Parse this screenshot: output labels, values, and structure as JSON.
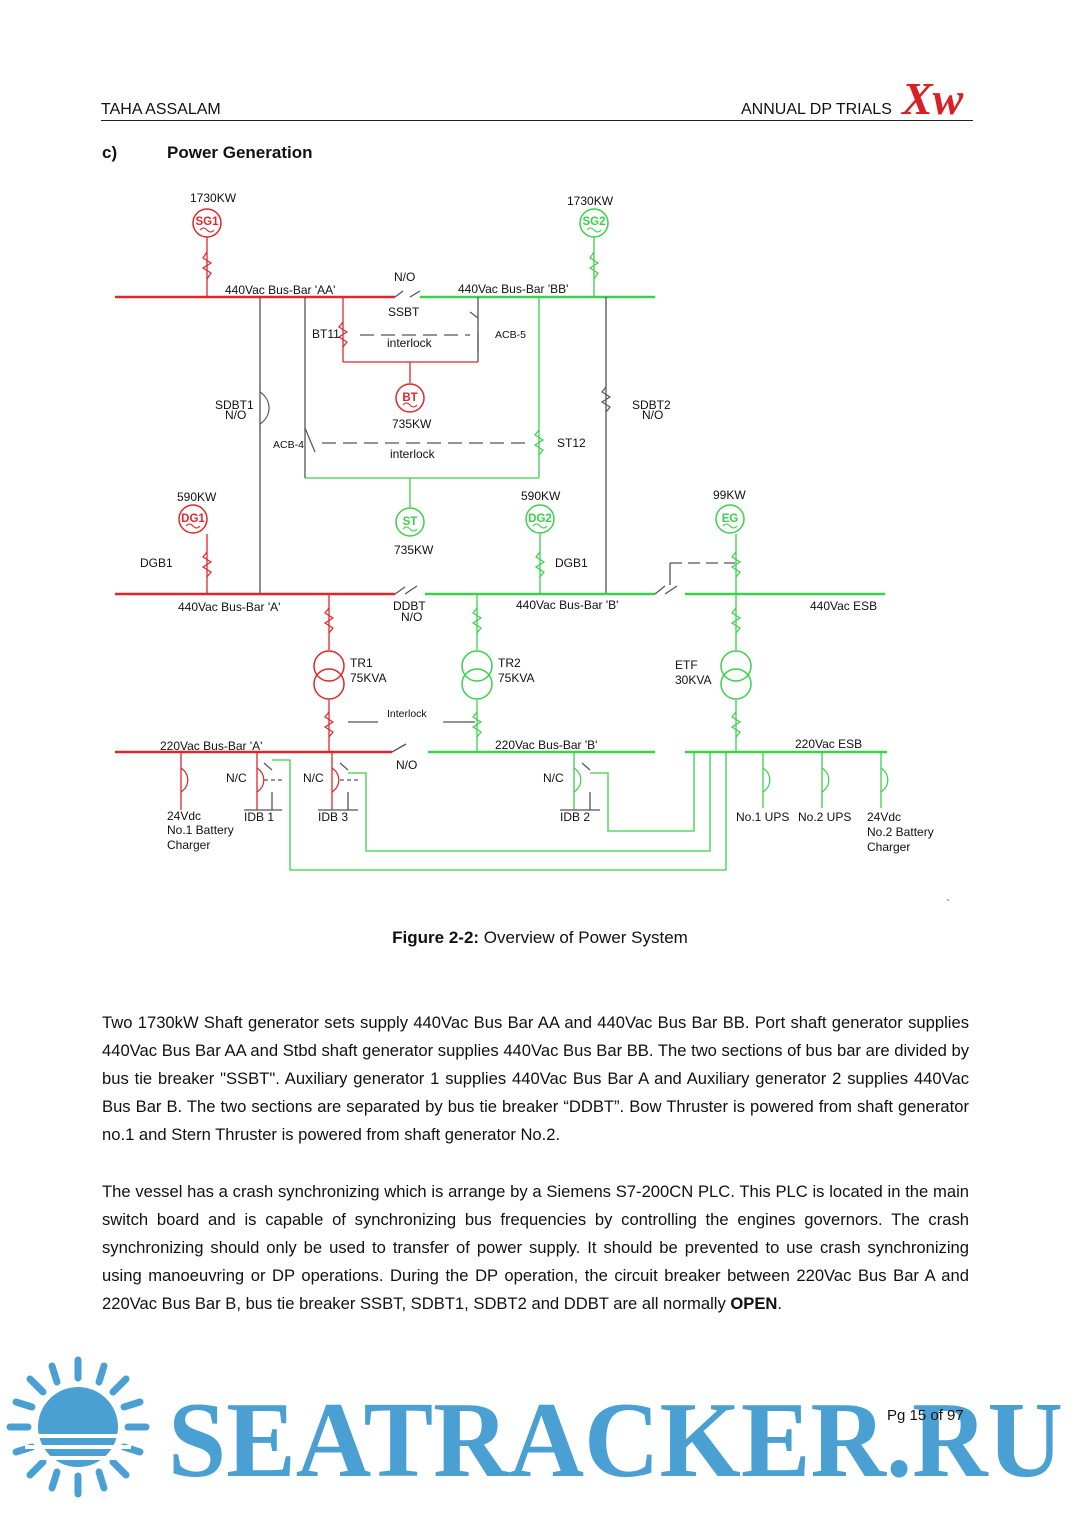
{
  "header": {
    "left": "TAHA ASSALAM",
    "right": "ANNUAL DP TRIALS",
    "logo_text": "Xw"
  },
  "section": {
    "number": "c)",
    "title": "Power Generation"
  },
  "diagram": {
    "sg1": "SG1",
    "sg1_kw": "1730KW",
    "sg2": "SG2",
    "sg2_kw": "1730KW",
    "bus_aa": "440Vac Bus-Bar 'AA'",
    "bus_bb": "440Vac Bus-Bar 'BB'",
    "ssbt_no": "N/O",
    "ssbt": "SSBT",
    "bt11": "BT11",
    "interlock1": "interlock",
    "acb5": "ACB-5",
    "bt": "BT",
    "bt_kw": "735KW",
    "sdbt1": "SDBT1",
    "sdbt1_no": "N/O",
    "sdbt2": "SDBT2",
    "sdbt2_no": "N/O",
    "acb4": "ACB-4",
    "interlock2": "interlock",
    "st12": "ST12",
    "st": "ST",
    "st_kw": "735KW",
    "dg1": "DG1",
    "dg1_kw": "590KW",
    "dgb1_left": "DGB1",
    "dg2": "DG2",
    "dg2_kw": "590KW",
    "dgb1_right": "DGB1",
    "eg": "EG",
    "eg_kw": "99KW",
    "bus_a": "440Vac Bus-Bar 'A'",
    "ddbt": "DDBT",
    "ddbt_no": "N/O",
    "bus_b": "440Vac Bus-Bar 'B'",
    "esb440": "440Vac ESB",
    "tr1": "TR1",
    "tr1_kva": "75KVA",
    "tr2": "TR2",
    "tr2_kva": "75KVA",
    "etf": "ETF",
    "etf_kva": "30KVA",
    "interlock3": "Interlock",
    "bus220a": "220Vac Bus-Bar 'A'",
    "bus220b": "220Vac Bus-Bar 'B'",
    "esb220": "220Vac ESB",
    "tie_no": "N/O",
    "nc1": "N/C",
    "nc2": "N/C",
    "nc3": "N/C",
    "chg1_a": "24Vdc",
    "chg1_b": "No.1 Battery",
    "chg1_c": "Charger",
    "idb1": "IDB 1",
    "idb3": "IDB 3",
    "idb2": "IDB 2",
    "ups1": "No.1 UPS",
    "ups2": "No.2 UPS",
    "chg2_a": "24Vdc",
    "chg2_b": "No.2 Battery",
    "chg2_c": "Charger"
  },
  "caption": {
    "label": "Figure 2-2:",
    "text": " Overview of Power System"
  },
  "paragraphs": [
    "Two 1730kW Shaft generator sets supply 440Vac Bus Bar AA and 440Vac Bus Bar BB. Port shaft generator supplies 440Vac Bus Bar AA and Stbd shaft generator supplies 440Vac Bus Bar BB. The two sections of bus bar are divided by bus tie breaker \"SSBT\". Auxiliary generator 1 supplies 440Vac Bus Bar A and Auxiliary generator 2 supplies 440Vac Bus Bar B. The two sections are separated by bus tie breaker “DDBT”. Bow Thruster is powered from shaft generator no.1 and Stern Thruster is powered from shaft generator No.2.",
    "The vessel has a crash synchronizing which is arrange by a Siemens S7-200CN PLC. This PLC is located in the main switch board and is capable of synchronizing bus frequencies by controlling the engines governors. The crash synchronizing should only be used to transfer of power supply. It should be prevented to use crash synchronizing using manoeuvring or DP operations. During the DP operation, the circuit breaker between 220Vac Bus Bar A and 220Vac Bus Bar B, bus tie breaker SSBT, SDBT1, SDBT2 and DDBT are all normally"
  ],
  "para2_end": "OPEN",
  "para2_end_punct": ".",
  "footer": {
    "page": "Pg 15 of 97",
    "watermark": "SEATRACKER.RU",
    "backtick": "`"
  },
  "colors": {
    "red": "#e0262b",
    "green": "#3ad14a",
    "grey": "#555555",
    "watermark": "#4aa0d2"
  }
}
